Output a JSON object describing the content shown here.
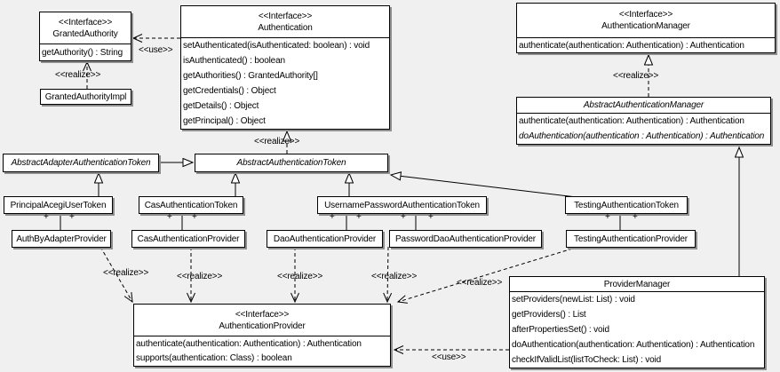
{
  "colors": {
    "background": "#f0f0f0",
    "box_fill": "#ffffff",
    "line": "#000000",
    "shadow": "#8f8f8f"
  },
  "labels": {
    "realize": "<<realize>>",
    "use": "<<use>>",
    "plus": "+",
    "interface_stereotype": "<<Interface>>"
  },
  "classes": {
    "granted_authority": {
      "stereotype": "<<Interface>>",
      "name": "GrantedAuthority",
      "methods": [
        "getAuthority() : String"
      ]
    },
    "granted_authority_impl": {
      "name": "GrantedAuthorityImpl"
    },
    "authentication": {
      "stereotype": "<<Interface>>",
      "name": "Authentication",
      "methods": [
        "setAuthenticated(isAuthenticated: boolean) : void",
        "isAuthenticated() : boolean",
        "getAuthorities() : GrantedAuthority[]",
        "getCredentials() : Object",
        "getDetails() : Object",
        "getPrincipal() : Object"
      ]
    },
    "authentication_manager": {
      "stereotype": "<<Interface>>",
      "name": "AuthenticationManager",
      "methods": [
        "authenticate(authentication: Authentication) : Authentication"
      ]
    },
    "abstract_authentication_manager": {
      "name": "AbstractAuthenticationManager",
      "methods": [
        "authenticate(authentication: Authentication) : Authentication",
        "doAuthentication(authentication : Authentication) : Authentication"
      ]
    },
    "abstract_adapter_authentication_token": {
      "name": "AbstractAdapterAuthenticationToken"
    },
    "abstract_authentication_token": {
      "name": "AbstractAuthenticationToken"
    },
    "principal_acegi_user_token": {
      "name": "PrincipalAcegiUserToken"
    },
    "cas_authentication_token": {
      "name": "CasAuthenticationToken"
    },
    "username_password_authentication_token": {
      "name": "UsernamePasswordAuthenticationToken"
    },
    "testing_authentication_token": {
      "name": "TestingAuthenticationToken"
    },
    "auth_by_adapter_provider": {
      "name": "AuthByAdapterProvider"
    },
    "cas_authentication_provider": {
      "name": "CasAuthenticationProvider"
    },
    "dao_authentication_provider": {
      "name": "DaoAuthenticationProvider"
    },
    "password_dao_authentication_provider": {
      "name": "PasswordDaoAuthenticationProvider"
    },
    "testing_authentication_provider": {
      "name": "TestingAuthenticationProvider"
    },
    "provider_manager": {
      "name": "ProviderManager",
      "methods": [
        "setProviders(newList: List) : void",
        "getProviders() : List",
        "afterPropertiesSet() : void",
        "doAuthentication(authentication: Authentication) : Authentication",
        "checkIfValidList(listToCheck: List) : void"
      ]
    },
    "authentication_provider": {
      "stereotype": "<<Interface>>",
      "name": "AuthenticationProvider",
      "methods": [
        "authenticate(authentication: Authentication) : Authentication",
        "supports(authentication: Class) : boolean"
      ]
    }
  }
}
